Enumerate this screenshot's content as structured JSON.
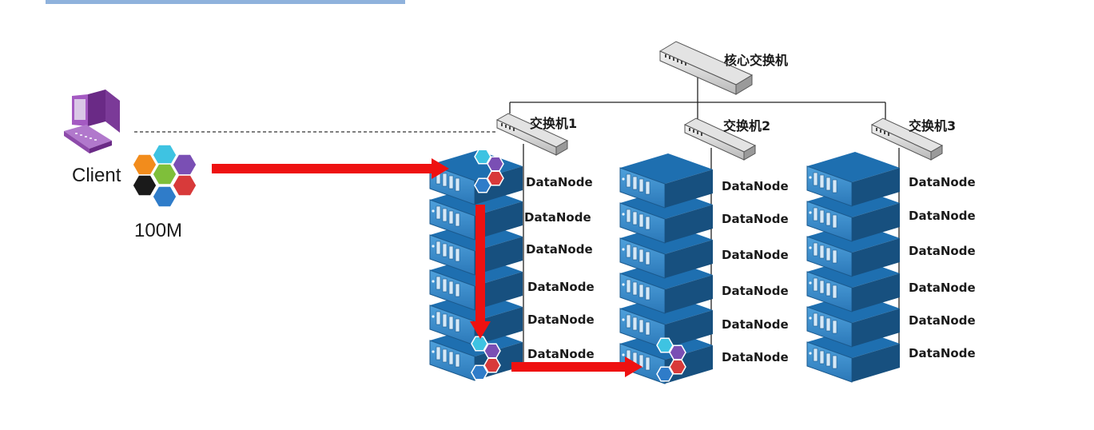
{
  "client": {
    "label": "Client",
    "file_size": "100M"
  },
  "core_switch": {
    "label": "核心交换机"
  },
  "racks": [
    {
      "switch_label": "交换机1",
      "nodes": [
        "DataNode",
        "DataNode",
        "DataNode",
        "DataNode",
        "DataNode",
        "DataNode"
      ]
    },
    {
      "switch_label": "交换机2",
      "nodes": [
        "DataNode",
        "DataNode",
        "DataNode",
        "DataNode",
        "DataNode",
        "DataNode"
      ]
    },
    {
      "switch_label": "交换机3",
      "nodes": [
        "DataNode",
        "DataNode",
        "DataNode",
        "DataNode",
        "DataNode",
        "DataNode"
      ]
    }
  ],
  "colors": {
    "server_top": "#1e6fb0",
    "server_front": "#3d8fcf",
    "server_side": "#17507f",
    "arrow": "#ee1111",
    "client_pc": "#8a3aa8",
    "heading_bar": "#8fb2dc"
  },
  "block_colors": [
    "#3ec3e2",
    "#7a4fb4",
    "#f28c1c",
    "#7fbf3a",
    "#d83a3a",
    "#1a1a1a",
    "#2f7cc9"
  ]
}
